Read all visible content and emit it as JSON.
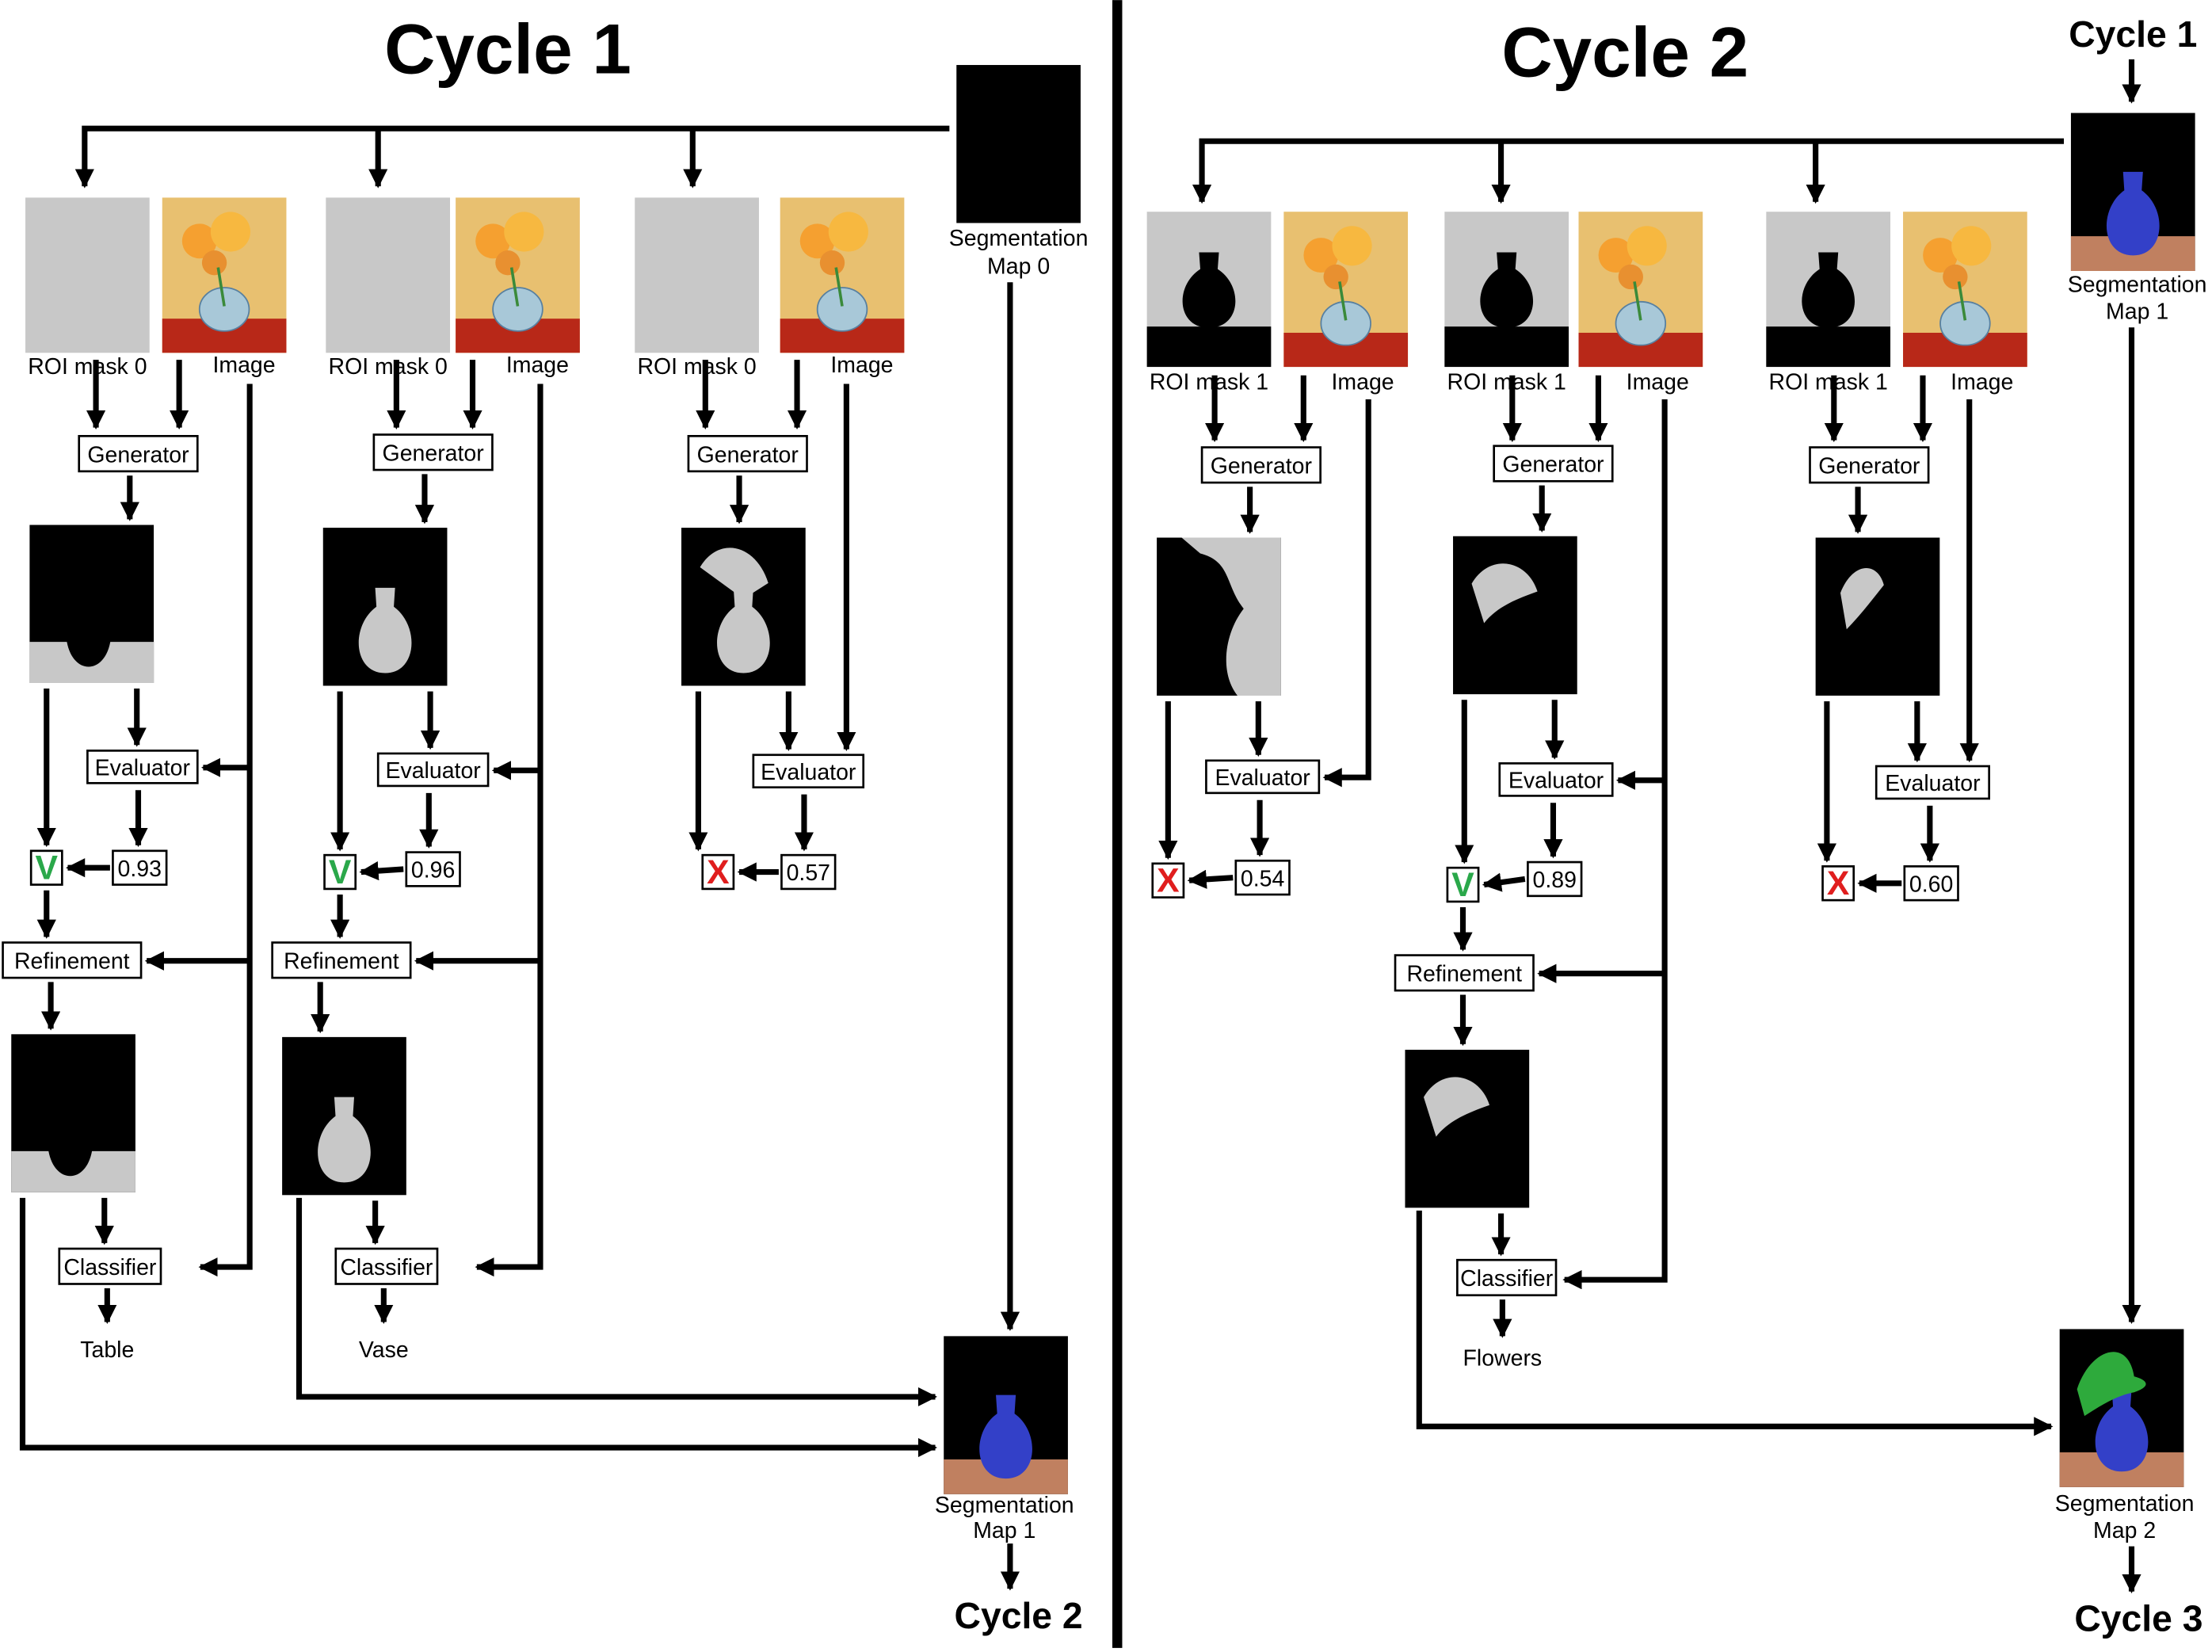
{
  "cycle1": {
    "title": "Cycle 1",
    "seg_in": [
      "Segmentation",
      "Map 0"
    ],
    "seg_out": [
      "Segmentation",
      "Map 1"
    ],
    "next_cycle": "Cycle 2",
    "columns": [
      {
        "mask_label": "ROI mask 0",
        "image_label": "Image",
        "generator": "Generator",
        "evaluator": "Evaluator",
        "score": "0.93",
        "verdict": "V",
        "refinement": "Refinement",
        "classifier": "Classifier",
        "class": "Table"
      },
      {
        "mask_label": "ROI mask 0",
        "image_label": "Image",
        "generator": "Generator",
        "evaluator": "Evaluator",
        "score": "0.96",
        "verdict": "V",
        "refinement": "Refinement",
        "classifier": "Classifier",
        "class": "Vase"
      },
      {
        "mask_label": "ROI mask 0",
        "image_label": "Image",
        "generator": "Generator",
        "evaluator": "Evaluator",
        "score": "0.57",
        "verdict": "X"
      }
    ]
  },
  "cycle2": {
    "title": "Cycle 2",
    "prev_cycle": "Cycle 1",
    "seg_in": [
      "Segmentation",
      "Map 1"
    ],
    "seg_out": [
      "Segmentation",
      "Map 2"
    ],
    "next_cycle": "Cycle 3",
    "columns": [
      {
        "mask_label": "ROI mask 1",
        "image_label": "Image",
        "generator": "Generator",
        "evaluator": "Evaluator",
        "score": "0.54",
        "verdict": "X"
      },
      {
        "mask_label": "ROI mask 1",
        "image_label": "Image",
        "generator": "Generator",
        "evaluator": "Evaluator",
        "score": "0.89",
        "verdict": "V",
        "refinement": "Refinement",
        "classifier": "Classifier",
        "class": "Flowers"
      },
      {
        "mask_label": "ROI mask 1",
        "image_label": "Image",
        "generator": "Generator",
        "evaluator": "Evaluator",
        "score": "0.60",
        "verdict": "X"
      }
    ]
  },
  "colors": {
    "mask_gray": "#c8c8c8",
    "table": "#c08060",
    "vase": "#3340c8",
    "flowers": "#2eaa3c",
    "check": "#2aa84a",
    "cross": "#e01e1e"
  }
}
